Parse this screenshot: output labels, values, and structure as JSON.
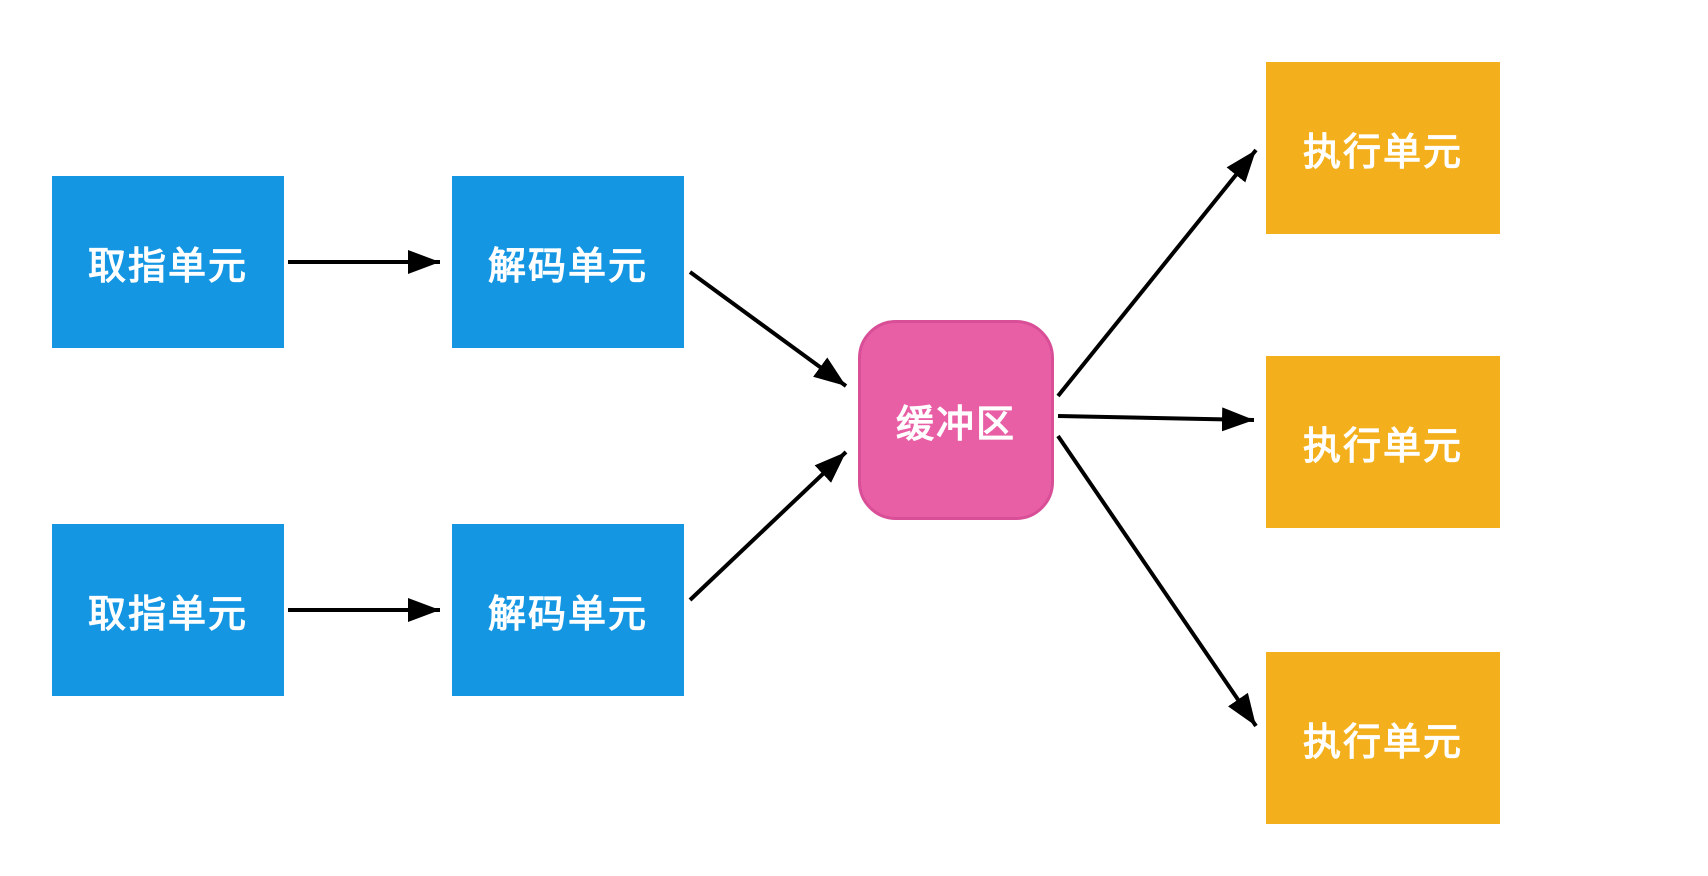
{
  "diagram": {
    "type": "flowchart",
    "description": "Superscalar CPU pipeline: two fetch units feed two decode units, which feed a shared buffer dispatching to three execution units",
    "nodes": [
      {
        "id": "fetch-unit-1",
        "label": "取指单元",
        "shape": "rect",
        "color": "unit_blue"
      },
      {
        "id": "fetch-unit-2",
        "label": "取指单元",
        "shape": "rect",
        "color": "unit_blue"
      },
      {
        "id": "decode-unit-1",
        "label": "解码单元",
        "shape": "rect",
        "color": "unit_blue"
      },
      {
        "id": "decode-unit-2",
        "label": "解码单元",
        "shape": "rect",
        "color": "unit_blue"
      },
      {
        "id": "buffer",
        "label": "缓冲区",
        "shape": "rounded-rect",
        "color": "buffer_pink"
      },
      {
        "id": "exec-unit-1",
        "label": "执行单元",
        "shape": "rect",
        "color": "exec_orange"
      },
      {
        "id": "exec-unit-2",
        "label": "执行单元",
        "shape": "rect",
        "color": "exec_orange"
      },
      {
        "id": "exec-unit-3",
        "label": "执行单元",
        "shape": "rect",
        "color": "exec_orange"
      }
    ],
    "edges": [
      {
        "from": "fetch-unit-1",
        "to": "decode-unit-1"
      },
      {
        "from": "fetch-unit-2",
        "to": "decode-unit-2"
      },
      {
        "from": "decode-unit-1",
        "to": "buffer"
      },
      {
        "from": "decode-unit-2",
        "to": "buffer"
      },
      {
        "from": "buffer",
        "to": "exec-unit-1"
      },
      {
        "from": "buffer",
        "to": "exec-unit-2"
      },
      {
        "from": "buffer",
        "to": "exec-unit-3"
      }
    ],
    "colors": {
      "unit_blue": "#1496e3",
      "buffer_pink": "#e85fa6",
      "buffer_border": "#d84f98",
      "exec_orange": "#f3b01c",
      "arrow": "#000000",
      "label_text": "#ffffff",
      "background": "#ffffff"
    }
  }
}
